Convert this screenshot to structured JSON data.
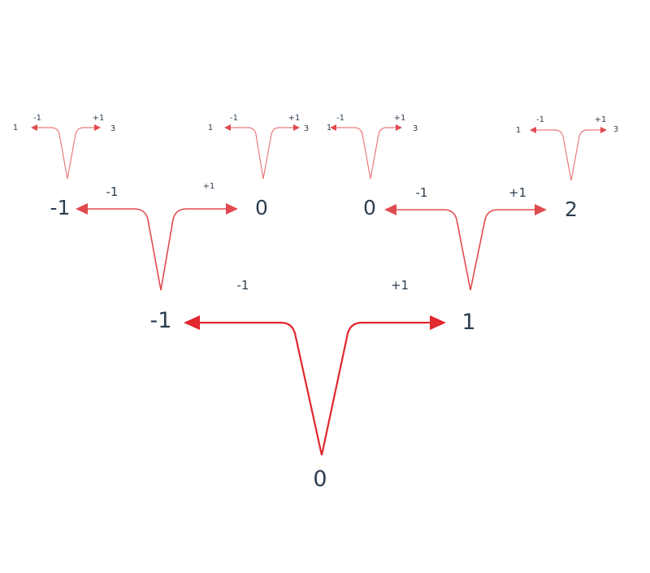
{
  "colors": {
    "branch_level1": "#e0282e",
    "branch_level2": "#e04a4f",
    "branch_level3": "#e87a7c",
    "text": "#2c3e50"
  },
  "level1": {
    "root": "0",
    "left_value": "-1",
    "right_value": "1",
    "left_step": "-1",
    "right_step": "+1"
  },
  "level2": [
    {
      "left_value": "-1",
      "right_value": "0",
      "left_step": "-1",
      "right_step": "+1"
    },
    {
      "left_value": "0",
      "right_value": "2",
      "left_step": "-1",
      "right_step": "+1"
    }
  ],
  "level3": [
    {
      "left_value": "1",
      "right_value": "3",
      "left_step": "-1",
      "right_step": "+1"
    },
    {
      "left_value": "1",
      "right_value": "3",
      "left_step": "-1",
      "right_step": "+1"
    },
    {
      "left_value": "1",
      "right_value": "3",
      "left_step": "-1",
      "right_step": "+1"
    },
    {
      "left_value": "1",
      "right_value": "3",
      "left_step": "-1",
      "right_step": "+1"
    }
  ]
}
